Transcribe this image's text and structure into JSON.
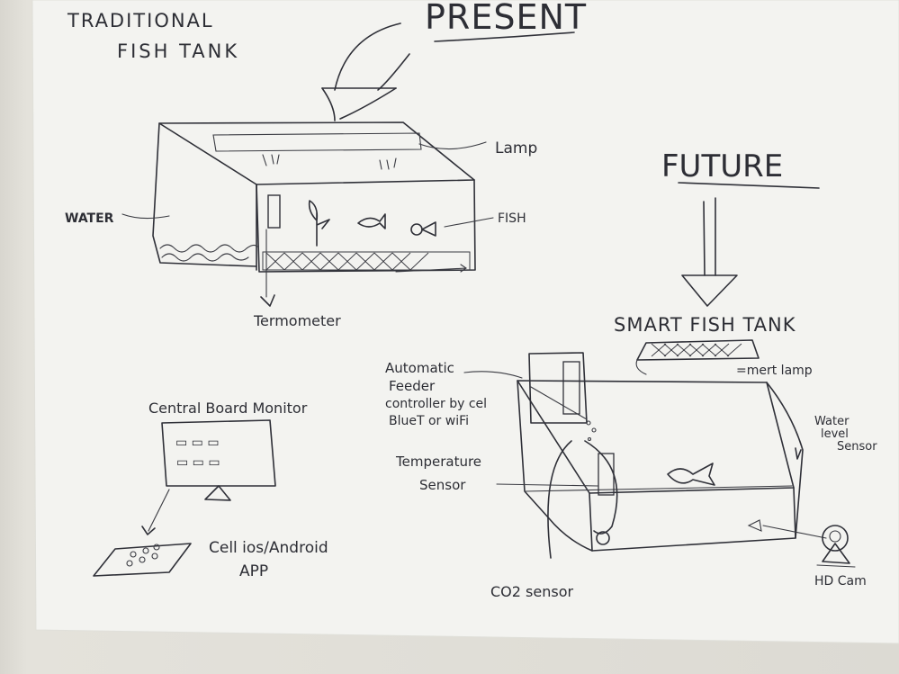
{
  "labels": {
    "traditional_line1": "TRADITIONAL",
    "traditional_line2": "FISH TANK",
    "present": "PRESENT",
    "future": "FUTURE",
    "lamp": "Lamp",
    "water": "WATER",
    "fish": "FISH",
    "termometer": "Termometer",
    "smart_fish_tank": "SMART FISH TANK",
    "smart_lamp": "=mert lamp",
    "feeder_line1": "Automatic",
    "feeder_line2": "Feeder",
    "feeder_line3": "controller by cel",
    "feeder_line4": "BlueT or wiFi",
    "temperature_line1": "Temperature",
    "temperature_line2": "Sensor",
    "water_level_line1": "Water",
    "water_level_line2": "level",
    "water_level_line3": "Sensor",
    "co2_sensor": "CO2 sensor",
    "hd_cam": "HD Cam",
    "central_board": "Central Board Monitor",
    "cell_app_line1": "Cell ios/Android",
    "cell_app_line2": "APP"
  },
  "colors": {
    "paper": "#f4f4f1",
    "ink": "#2f3038",
    "desk": "#d8d6cf"
  }
}
